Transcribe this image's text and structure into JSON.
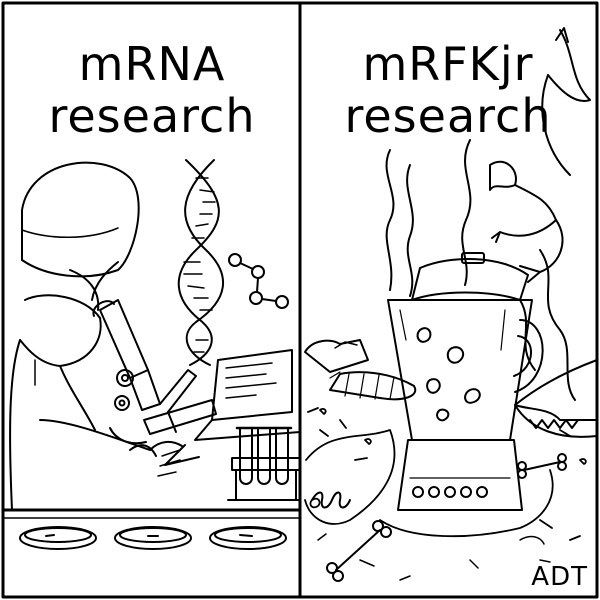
{
  "panels": [
    {
      "title_line1": "mRNA",
      "title_line2": "research"
    },
    {
      "title_line1": "mRFKjr",
      "title_line2": "research"
    }
  ],
  "signature": "ADT",
  "ink_color": "#000000",
  "paper_color": "#ffffff"
}
